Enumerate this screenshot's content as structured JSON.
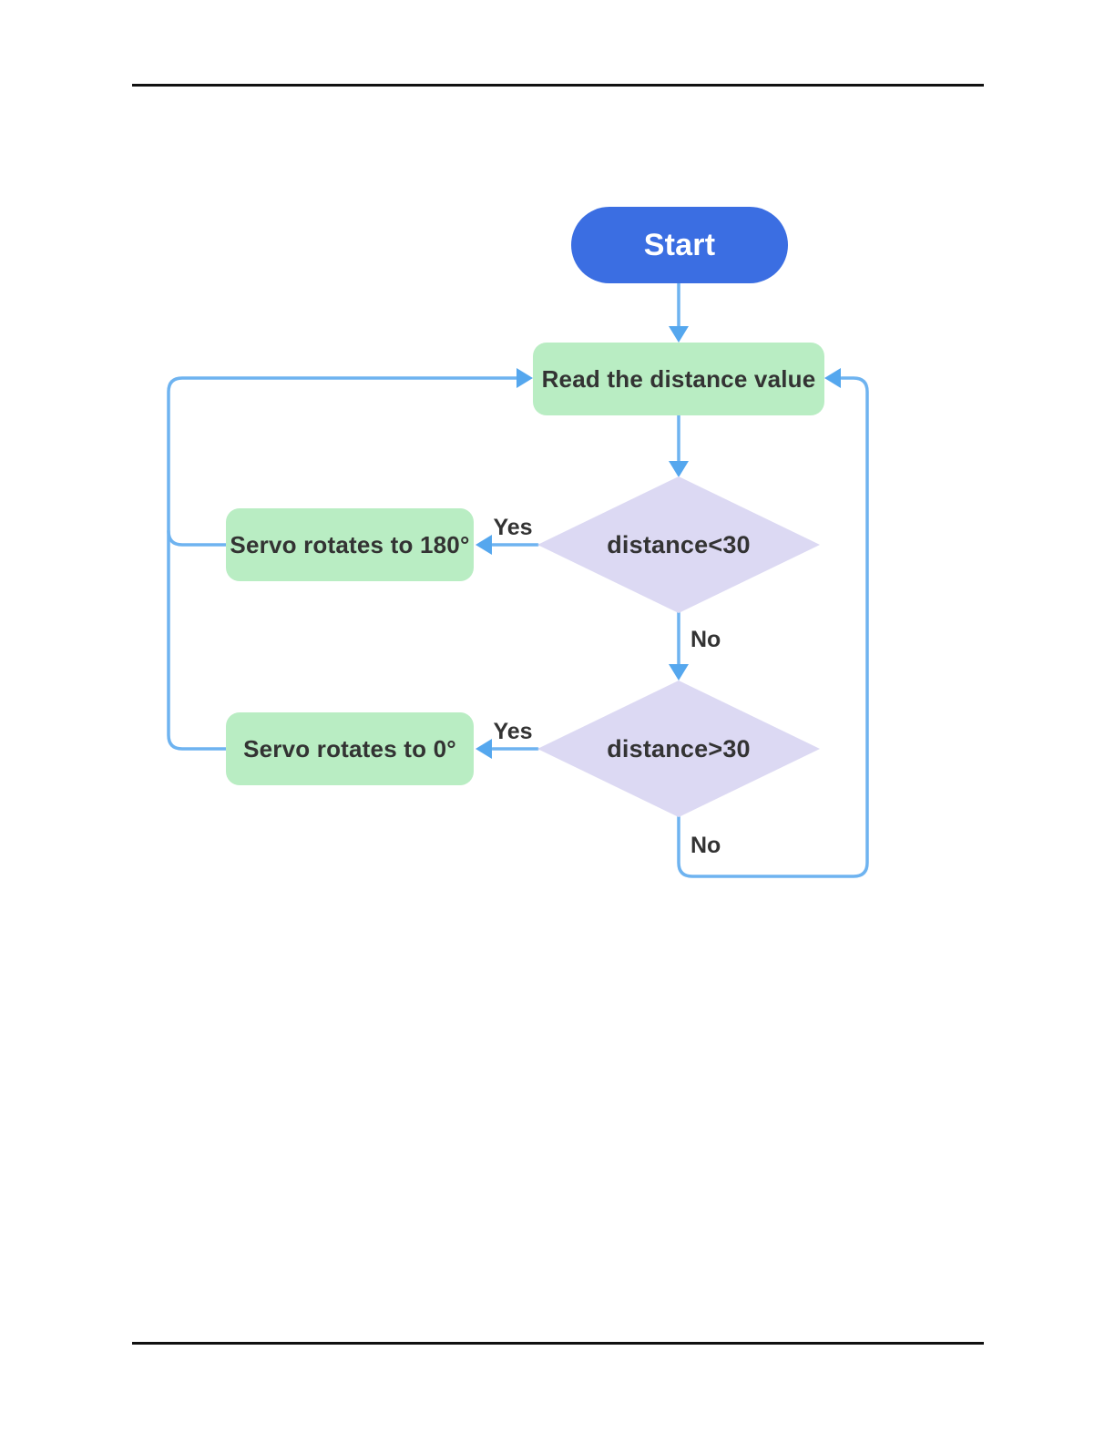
{
  "colors": {
    "page-bg": "#ffffff",
    "rule": "#111111",
    "terminator-bg": "#3b6ee2",
    "process-bg": "#b9edc3",
    "decision-bg": "#dcd9f3",
    "line": "#6eb3f0",
    "arrow": "#55a7ee",
    "node-text": "#333333",
    "terminator-text": "#ffffff",
    "label-text": "#333333"
  },
  "flowchart": {
    "nodes": {
      "start": {
        "type": "terminator",
        "label": "Start"
      },
      "read": {
        "type": "process",
        "label": "Read the distance value"
      },
      "cond1": {
        "type": "decision",
        "label": "distance<30"
      },
      "servo180": {
        "type": "process",
        "label": "Servo rotates to 180°"
      },
      "cond2": {
        "type": "decision",
        "label": "distance>30"
      },
      "servo0": {
        "type": "process",
        "label": "Servo rotates to 0°"
      }
    },
    "edge_labels": {
      "cond1_yes": "Yes",
      "cond1_no": "No",
      "cond2_yes": "Yes",
      "cond2_no": "No"
    }
  }
}
